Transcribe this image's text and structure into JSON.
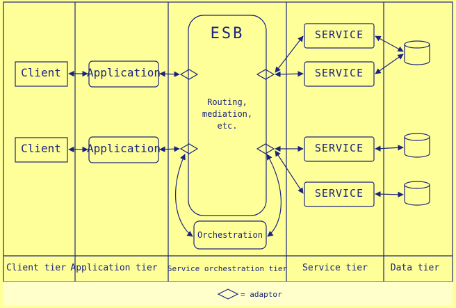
{
  "esb": {
    "title": "ESB",
    "routing": [
      "Routing,",
      "mediation,",
      "etc."
    ]
  },
  "clients": [
    "Client",
    "Client"
  ],
  "applications": [
    "Application",
    "Application"
  ],
  "services": [
    "SERVICE",
    "SERVICE",
    "SERVICE",
    "SERVICE"
  ],
  "orchestration": "Orchestration",
  "tiers": [
    "Client tier",
    "Application tier",
    "Service orchestration tier",
    "Service tier",
    "Data tier"
  ],
  "legend": {
    "text": "= adaptor"
  },
  "colors": {
    "background": "#ffff99",
    "stroke": "#1a237e",
    "legend_band": "#ffffcc"
  }
}
